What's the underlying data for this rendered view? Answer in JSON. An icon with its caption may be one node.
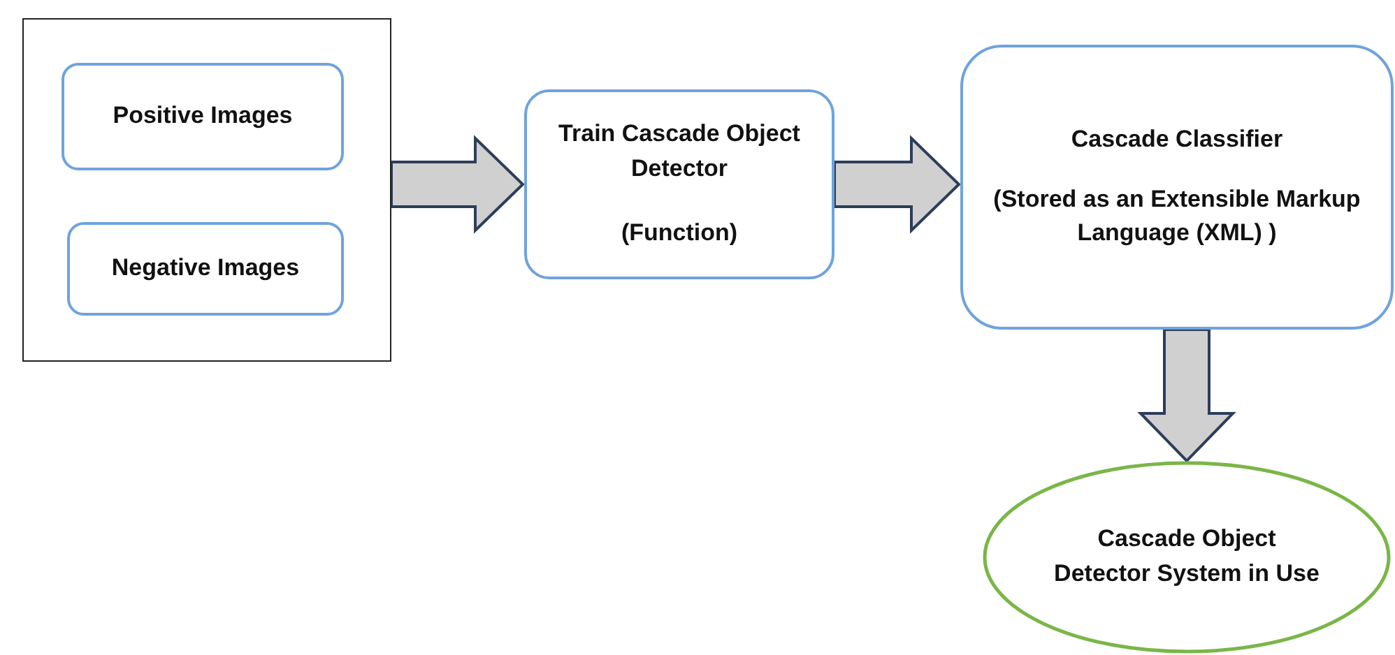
{
  "diagram": {
    "nodes": [
      {
        "text": [],
        "shape": "box"
      },
      {
        "text": [
          "Positive Images"
        ],
        "in": 0
      },
      {
        "text": [
          "Negative Images"
        ],
        "in": 0
      },
      {
        "text": [
          "Train Cascade Object Detector",
          "(Function)"
        ]
      },
      {
        "text": [
          "Cascade Classifier",
          "(Stored as an Extensible Markup Language (XML) )"
        ]
      },
      {
        "text": [
          "Cascade Object Detector System in Use"
        ]
      }
    ],
    "edges": [
      {
        "from": 0,
        "to": 3,
        "arrow": "to",
        "style": "thick"
      },
      {
        "from": 3,
        "to": 4,
        "arrow": "to",
        "style": "thick"
      },
      {
        "from": 4,
        "to": 5,
        "arrow": "to",
        "style": "thick"
      }
    ]
  }
}
